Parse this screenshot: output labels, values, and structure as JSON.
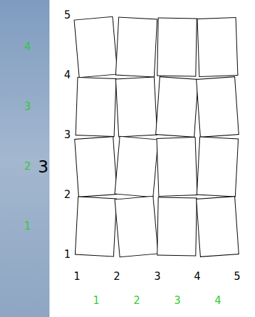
{
  "diagram": {
    "labels": [
      "5",
      "4",
      "4",
      "3",
      "3",
      "2",
      "3",
      "2",
      "1",
      "1",
      "1",
      "2",
      "3",
      "4",
      "5",
      "1",
      "2",
      "3",
      "4"
    ]
  }
}
